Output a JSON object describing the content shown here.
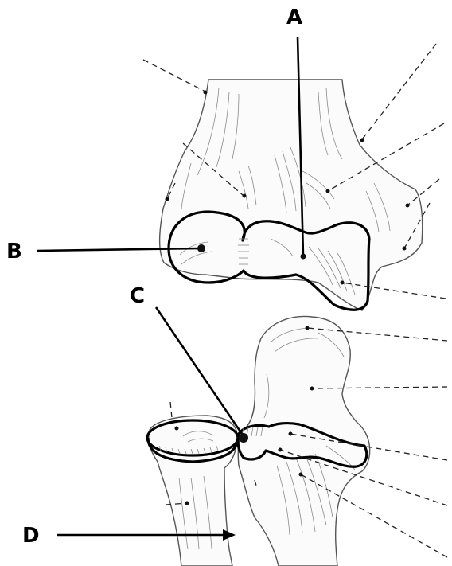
{
  "diagram": {
    "labels": {
      "a": "A",
      "b": "B",
      "c": "C",
      "d": "D"
    },
    "colors": {
      "ink": "#000000",
      "bone_fill": "#fbfbfb",
      "shading": "#8a8a8a",
      "background": "#ffffff"
    }
  }
}
